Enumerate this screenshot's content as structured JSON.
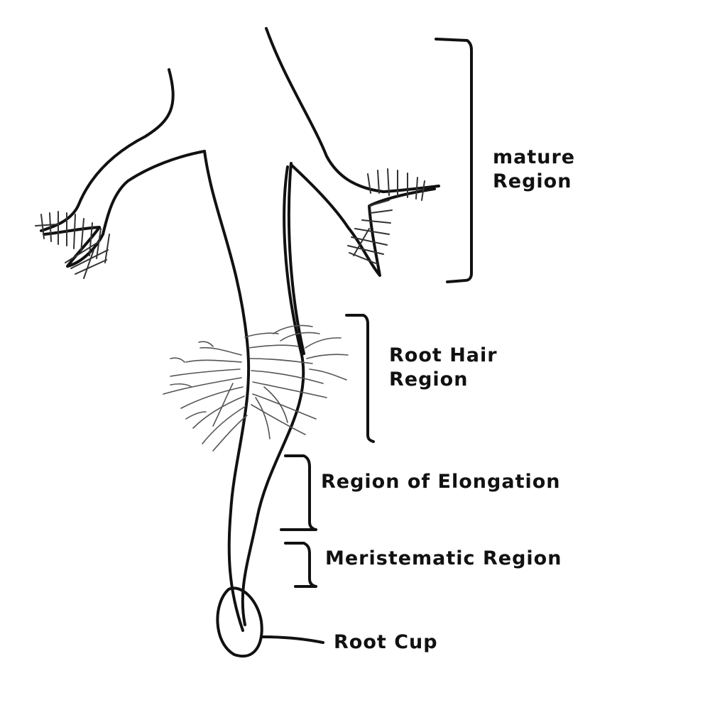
{
  "labels": {
    "mature": [
      "mature",
      "Region"
    ],
    "root_hair": [
      "Root Hair",
      "Region"
    ],
    "elongation": "Region of Elongation",
    "meristematic": "Meristematic Region",
    "root_cap": "Root Cup"
  }
}
